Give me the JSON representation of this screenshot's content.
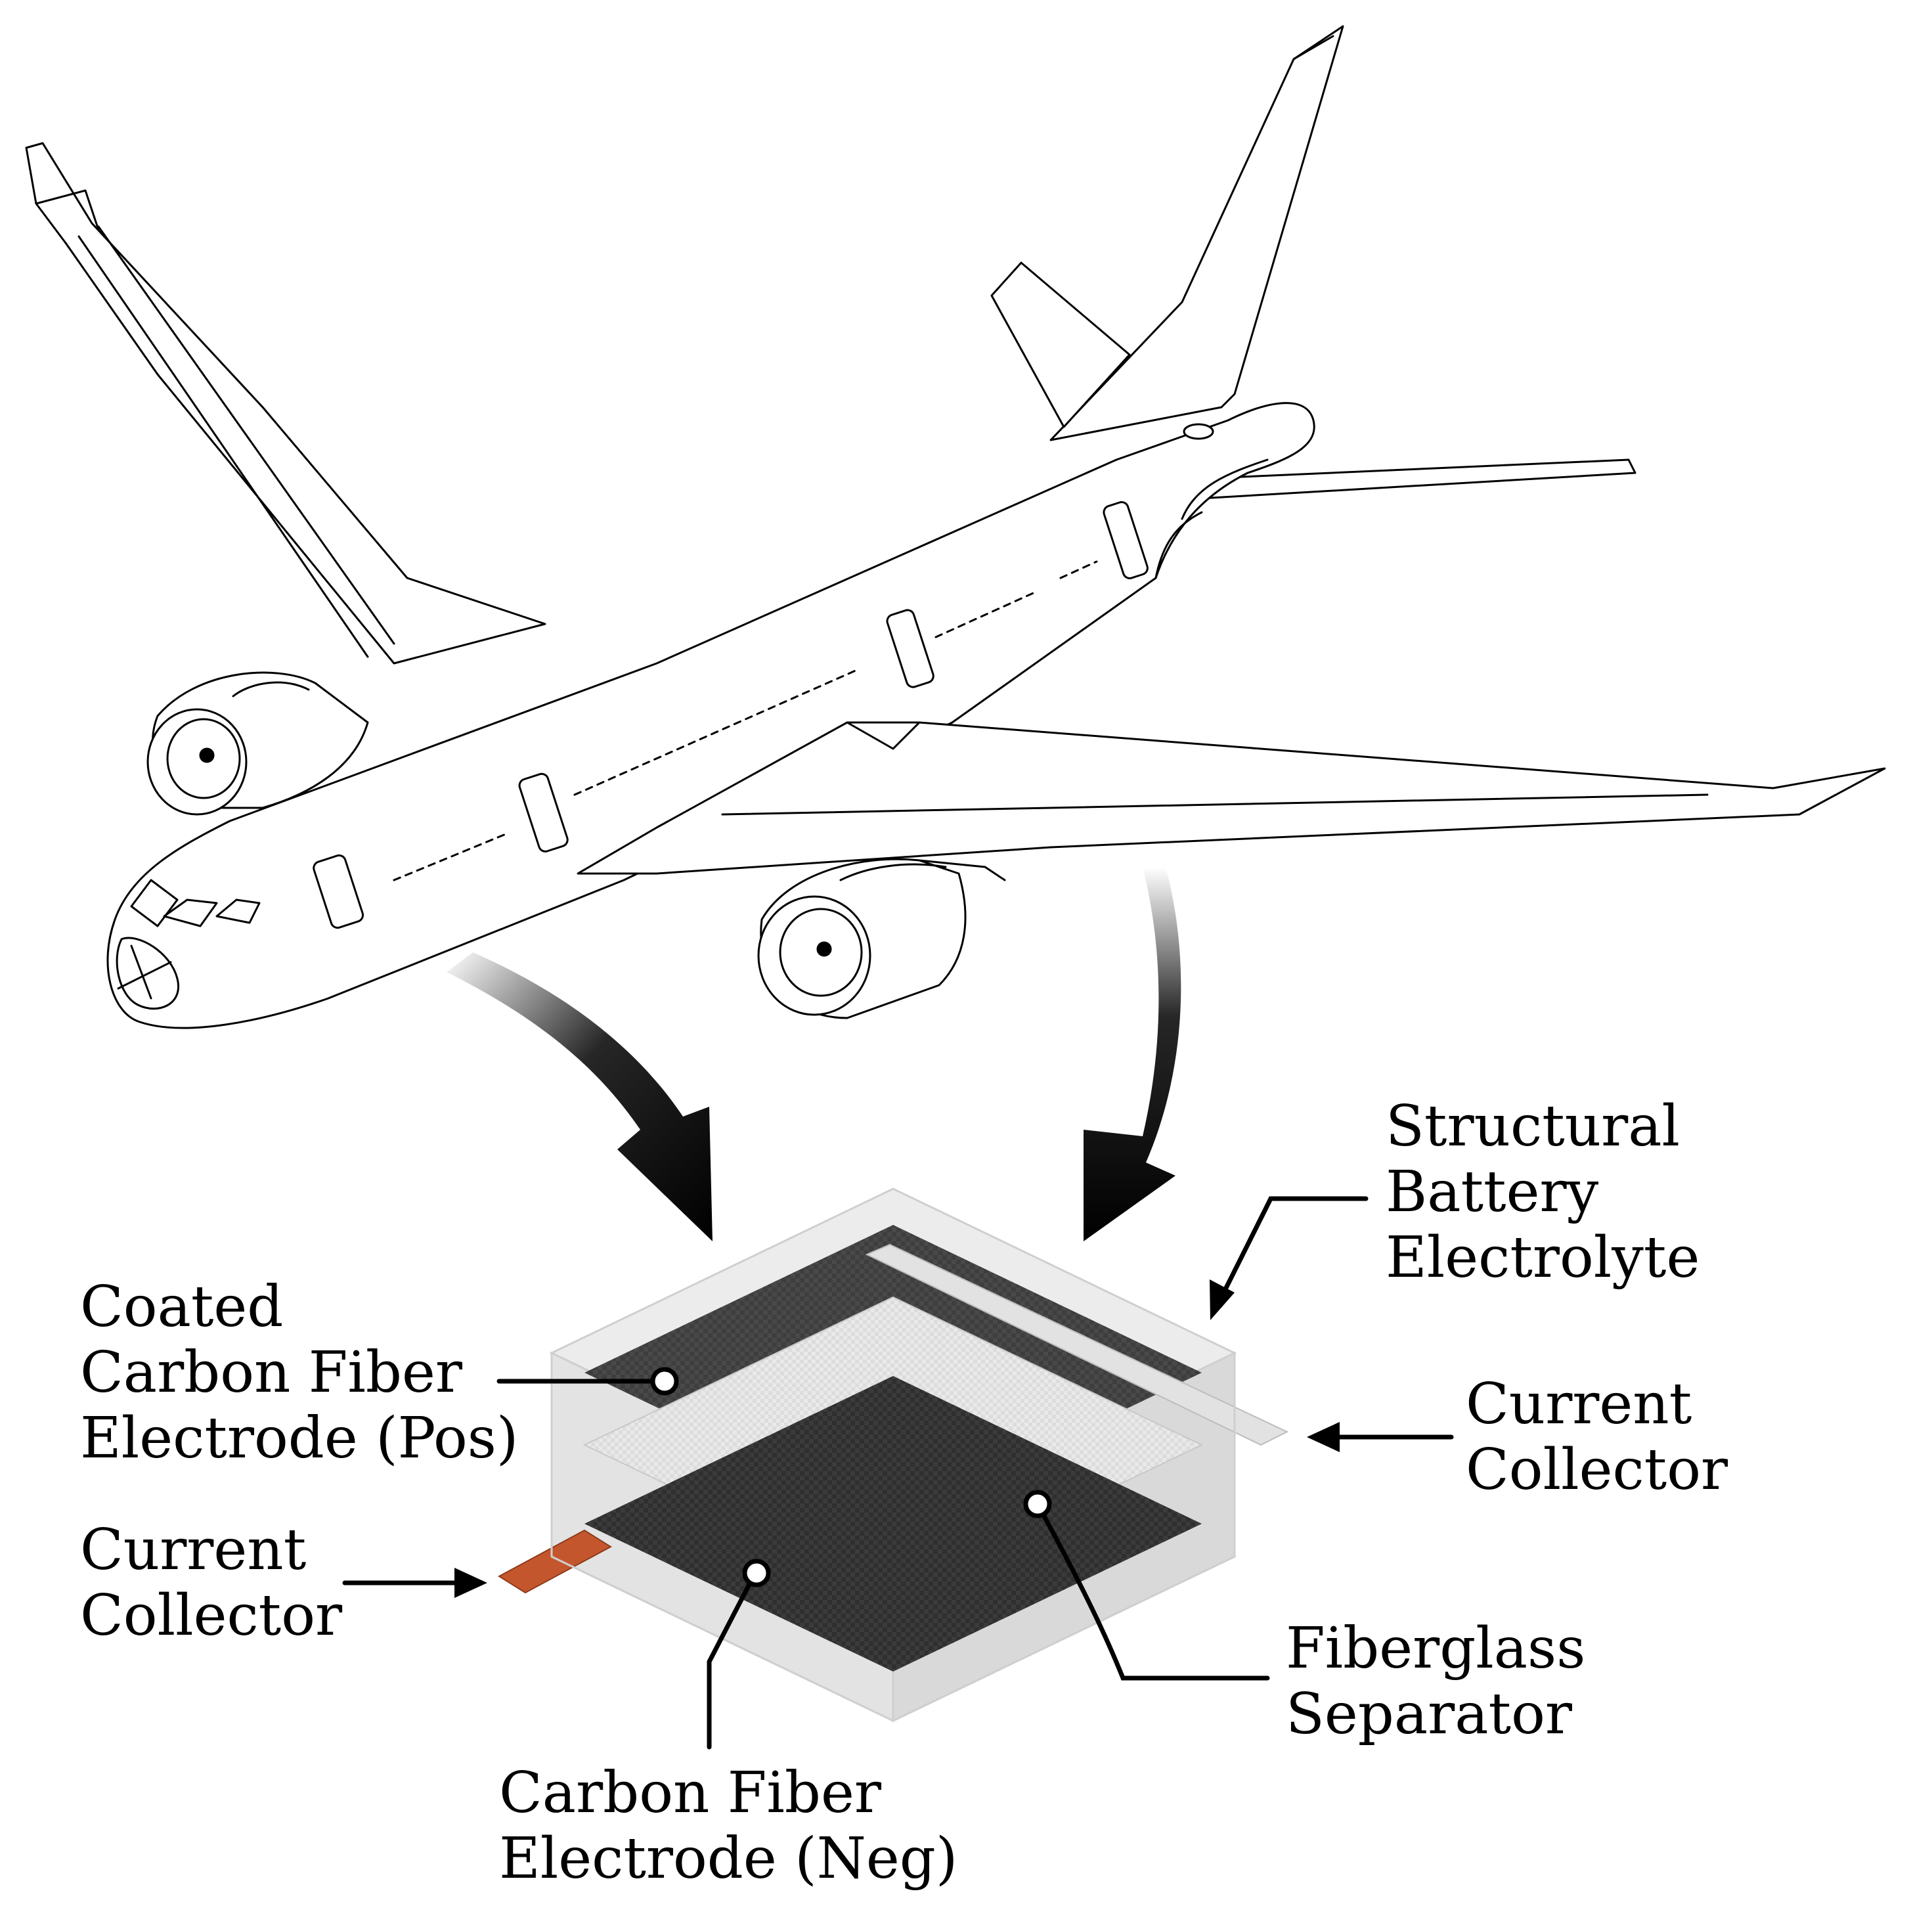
{
  "labels": {
    "electrolyte": [
      "Structural",
      "Battery",
      "Electrolyte"
    ],
    "coated_electrode": [
      "Coated",
      "Carbon Fiber",
      "Electrode (Pos)"
    ],
    "current_collector_right": [
      "Current",
      "Collector"
    ],
    "current_collector_left": [
      "Current",
      "Collector"
    ],
    "separator": [
      "Fiberglass",
      "Separator"
    ],
    "negative_electrode": [
      "Carbon Fiber",
      "Electrode (Neg)"
    ]
  },
  "colors": {
    "ink": "#000000",
    "carbon_fiber": "#3b3b3b",
    "fiberglass": "#e6e6e6",
    "electrolyte_fill": "#ececec",
    "aluminum_tab": "#e2e2e2",
    "copper_tab": "#c4562d"
  },
  "icons": {
    "aircraft": "airliner-line-drawing",
    "arrows": "curved-flow-arrow"
  }
}
